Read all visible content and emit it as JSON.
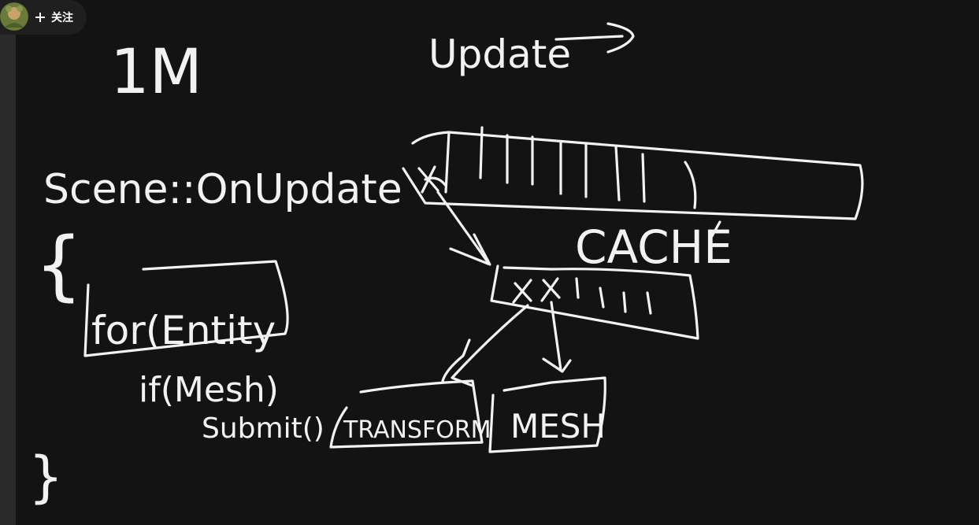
{
  "follow": {
    "label": "关注"
  },
  "board": {
    "label_1m": "1M",
    "label_update": "Update",
    "label_scene": "Scene::OnUpdate",
    "brace_open": "{",
    "label_for": "for(Entity",
    "label_if": "if(Mesh)",
    "label_submit": "Submit()",
    "brace_close": "}",
    "label_cache": "CACHE",
    "label_transform": "TRANSFORM",
    "label_mesh": "MESH"
  },
  "colors": {
    "background": "#131313",
    "ink": "#f2f2f2",
    "side_strip": "#2a2a2a"
  }
}
